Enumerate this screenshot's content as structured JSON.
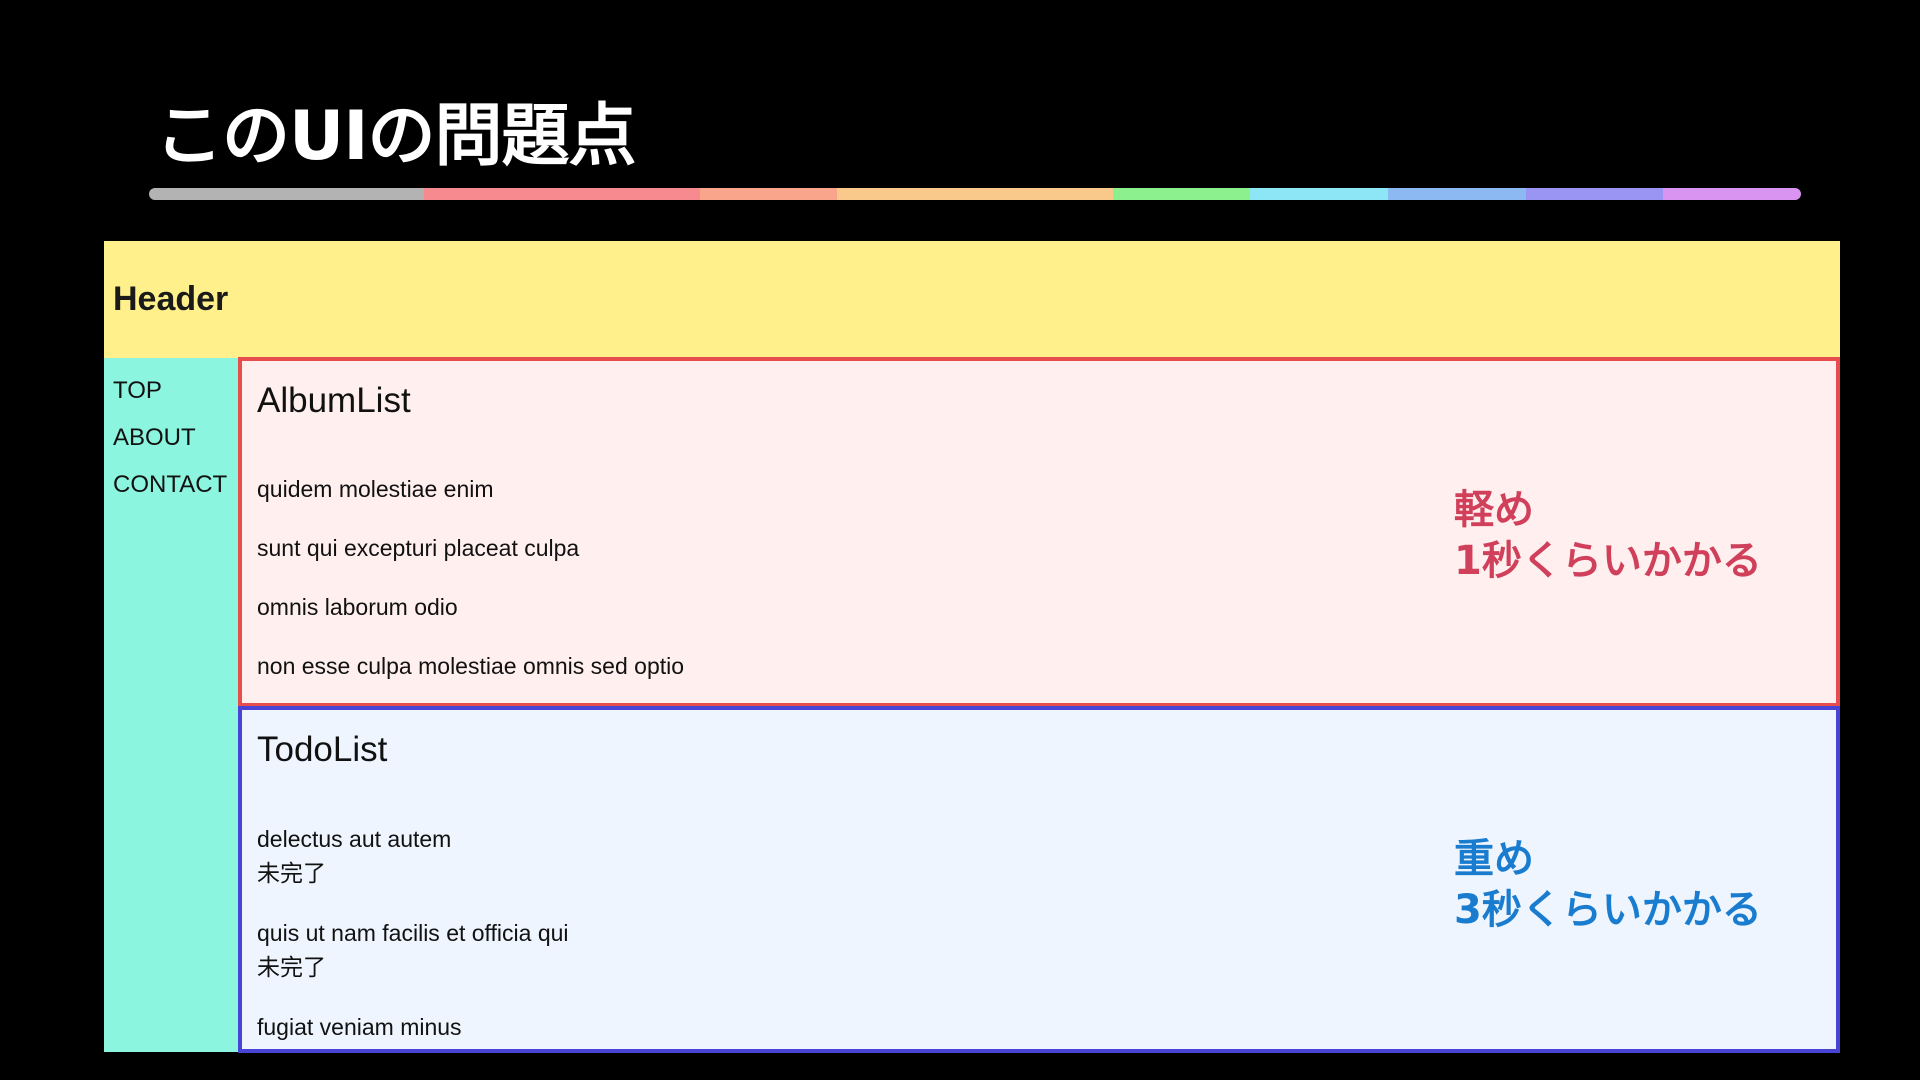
{
  "slide": {
    "title": "このUIの問題点",
    "rainbow_colors": [
      "#b3b3b3",
      "#f68a8f",
      "#f8a58c",
      "#f9c98c",
      "#f9c98c",
      "#8cf08e",
      "#8ce6f5",
      "#8cb9f2",
      "#9a94f2",
      "#d994f2"
    ]
  },
  "mock": {
    "header": {
      "label": "Header",
      "color": "#fff08b"
    },
    "nav": {
      "items": [
        {
          "label": "TOP"
        },
        {
          "label": "ABOUT"
        },
        {
          "label": "CONTACT"
        }
      ]
    },
    "album_list": {
      "title": "AlbumList",
      "items": [
        "quidem molestiae enim",
        "sunt qui excepturi placeat culpa",
        "omnis laborum odio",
        "non esse culpa molestiae omnis sed optio"
      ],
      "note_line1": "軽め",
      "note_line2": "1秒くらいかかる",
      "border_color": "#e84c4c"
    },
    "todo_list": {
      "title": "TodoList",
      "items": [
        {
          "title": "delectus aut autem",
          "status": "未完了"
        },
        {
          "title": "quis ut nam facilis et officia qui",
          "status": "未完了"
        },
        {
          "title": "fugiat veniam minus"
        }
      ],
      "note_line1": "重め",
      "note_line2": "3秒くらいかかる",
      "border_color": "#4a44d6"
    }
  }
}
